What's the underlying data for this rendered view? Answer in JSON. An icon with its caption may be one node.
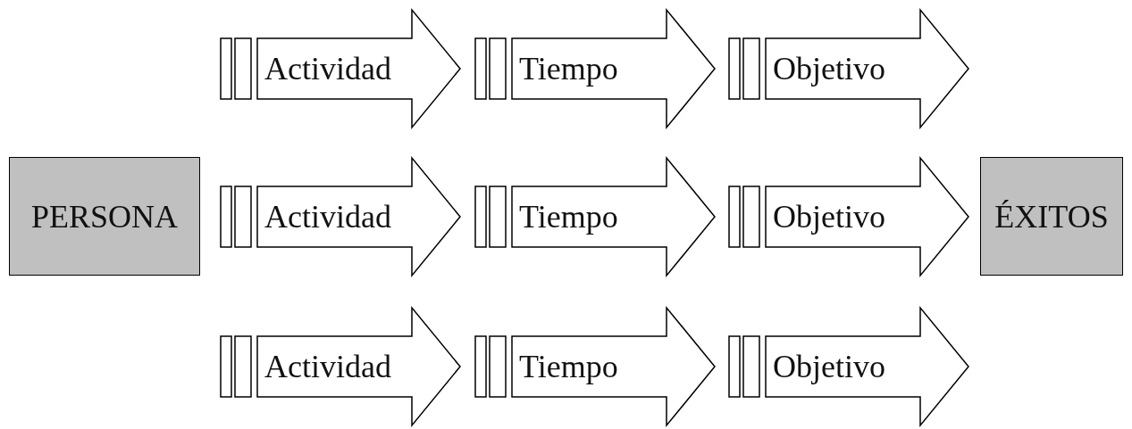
{
  "diagram": {
    "nodes": [
      {
        "text": [
          "PERSONA"
        ]
      },
      {
        "text": [
          "Actividad"
        ]
      },
      {
        "text": [
          "Tiempo"
        ]
      },
      {
        "text": [
          "Objetivo"
        ]
      },
      {
        "text": [
          "Actividad"
        ]
      },
      {
        "text": [
          "Tiempo"
        ]
      },
      {
        "text": [
          "Objetivo"
        ]
      },
      {
        "text": [
          "Actividad"
        ]
      },
      {
        "text": [
          "Tiempo"
        ]
      },
      {
        "text": [
          "Objetivo"
        ]
      },
      {
        "text": [
          "ÉXITOS"
        ]
      }
    ]
  }
}
